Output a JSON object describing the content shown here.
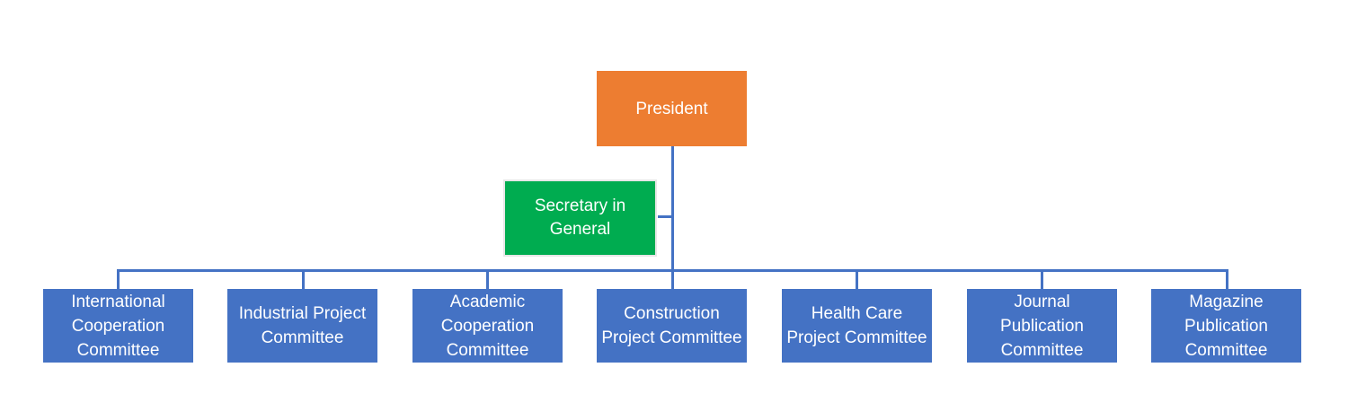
{
  "diagram": {
    "type": "org-chart",
    "background": "#FFFFFF",
    "connector_color": "#4472C4",
    "text_color": "#FFFFFF"
  },
  "org": {
    "president": {
      "label": "President",
      "fill": "#ED7D31",
      "role": "root"
    },
    "secretary": {
      "label": "Secretary in General",
      "fill": "#00AC50",
      "border_color": "#E7E7E7",
      "role": "assistant",
      "reports_to": "President"
    },
    "committees": [
      {
        "label": "International Cooperation Committee",
        "fill": "#4472C4",
        "reports_to": "President"
      },
      {
        "label": "Industrial Project Committee",
        "fill": "#4472C4",
        "reports_to": "President"
      },
      {
        "label": "Academic Cooperation Committee",
        "fill": "#4472C4",
        "reports_to": "President"
      },
      {
        "label": "Construction Project Committee",
        "fill": "#4472C4",
        "reports_to": "President"
      },
      {
        "label": "Health Care Project Committee",
        "fill": "#4472C4",
        "reports_to": "President"
      },
      {
        "label": "Journal Publication Committee",
        "fill": "#4472C4",
        "reports_to": "President"
      },
      {
        "label": "Magazine Publication Committee",
        "fill": "#4472C4",
        "reports_to": "President"
      }
    ]
  }
}
